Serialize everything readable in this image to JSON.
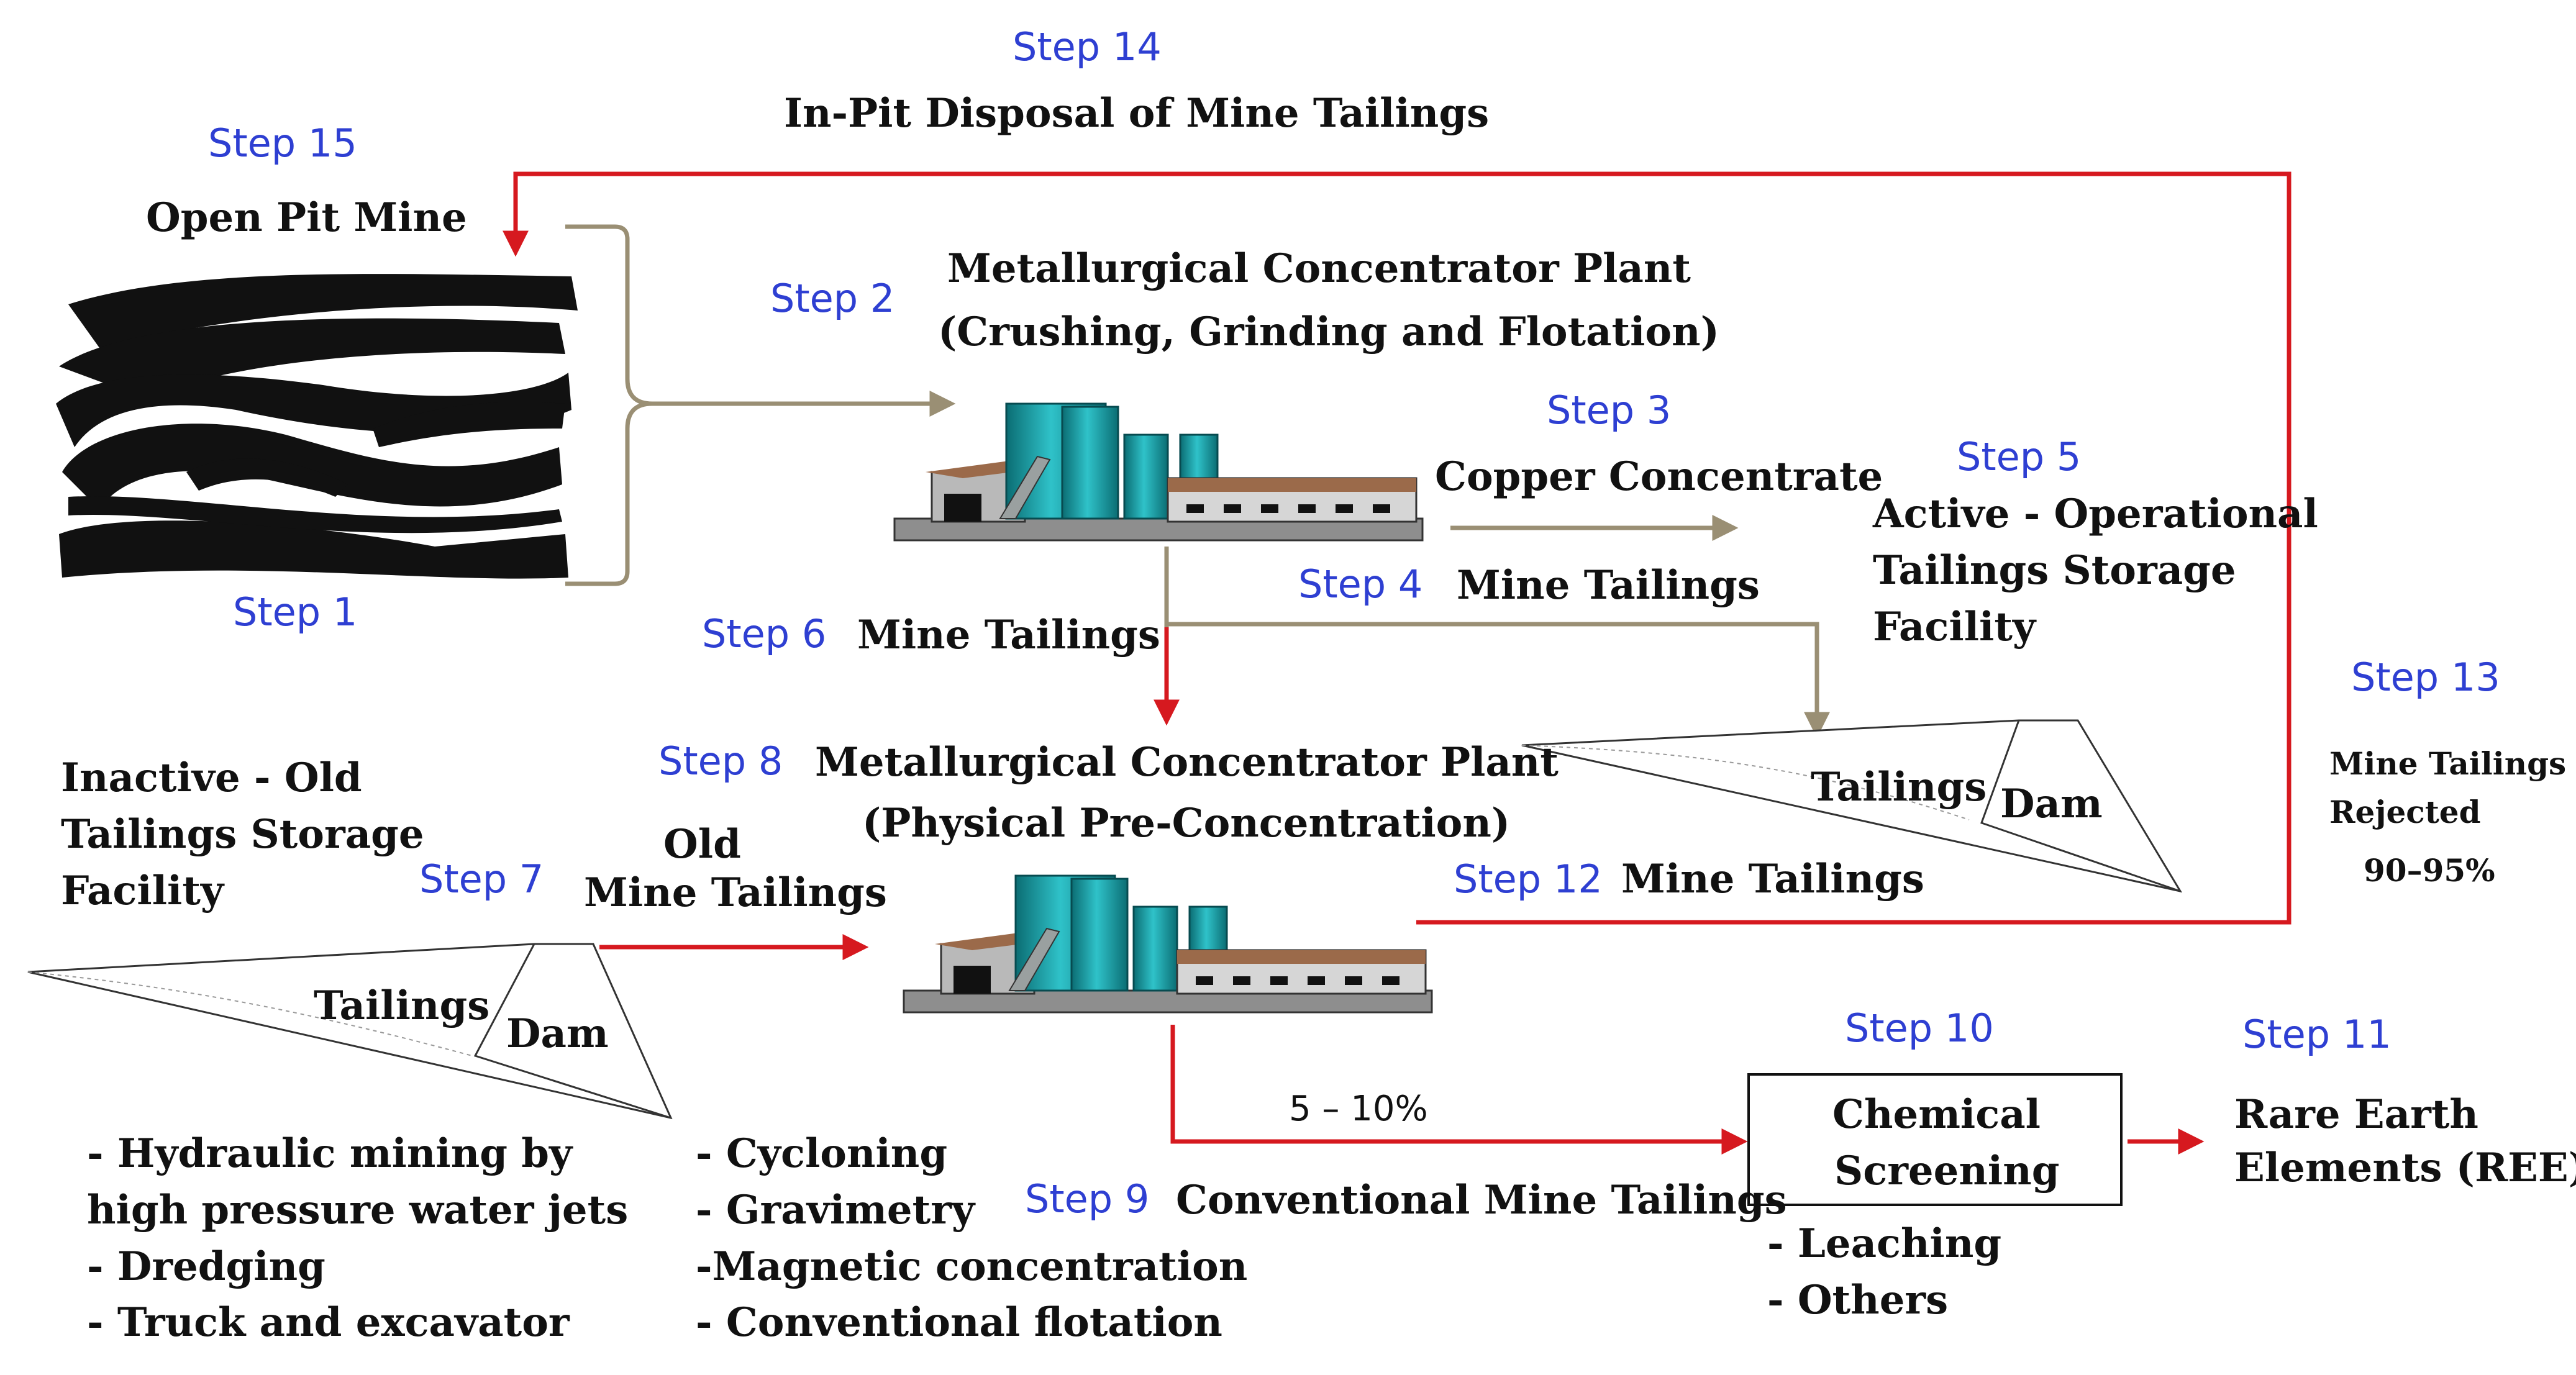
{
  "steps": {
    "s1": "Step 1",
    "s2": "Step 2",
    "s3": "Step 3",
    "s4": "Step 4",
    "s5": "Step 5",
    "s6": "Step 6",
    "s7": "Step 7",
    "s8": "Step 8",
    "s9": "Step 9",
    "s10": "Step 10",
    "s11": "Step 11",
    "s12": "Step 12",
    "s13": "Step 13",
    "s14": "Step 14",
    "s15": "Step 15"
  },
  "labels": {
    "in_pit_disposal": "In-Pit Disposal of Mine Tailings",
    "open_pit_mine": "Open Pit Mine",
    "plant1_line1": "Metallurgical Concentrator Plant",
    "plant1_line2": "(Crushing, Grinding and Flotation)",
    "copper_concentrate": "Copper Concentrate",
    "mine_tailings_s4": "Mine Tailings",
    "active_tsf_1": "Active - Operational",
    "active_tsf_2": "Tailings Storage",
    "active_tsf_3": "Facility",
    "mine_tailings_s6": "Mine Tailings",
    "inactive_tsf_1": "Inactive - Old",
    "inactive_tsf_2": "Tailings Storage",
    "inactive_tsf_3": "Facility",
    "old_tailings_1": "Old",
    "old_tailings_2": "Mine Tailings",
    "plant2_line1": "Metallurgical Concentrator Plant",
    "plant2_line2": "(Physical Pre-Concentration)",
    "mine_tailings_s12": "Mine Tailings",
    "rejected_1": "Mine Tailings",
    "rejected_2": "Rejected",
    "rejected_pct": "90–95%",
    "tailings_active": "Tailings",
    "dam_active": "Dam",
    "tailings_inactive": "Tailings",
    "dam_inactive": "Dam",
    "pct_5_10": "5 – 10%",
    "conventional_tailings": "Conventional Mine Tailings",
    "chem_1": "Chemical",
    "chem_2": "Screening",
    "ree_1": "Rare Earth",
    "ree_2": "Elements (REE)"
  },
  "lists": {
    "mining_methods": [
      "- Hydraulic mining by",
      "high pressure water jets",
      "- Dredging",
      "- Truck and excavator"
    ],
    "pre_concentration": [
      "- Cycloning",
      "- Gravimetry",
      "-Magnetic concentration",
      "- Conventional flotation"
    ],
    "chemical_methods": [
      "- Leaching",
      "- Others"
    ]
  },
  "colors": {
    "red_arrow": "#d6191f",
    "tan_arrow": "#9a8f74",
    "step_blue": "#2e3fd2",
    "tank_teal": "#1aa0a8",
    "roof_brown": "#9b6a4a",
    "base_gray": "#8e8e8e"
  }
}
